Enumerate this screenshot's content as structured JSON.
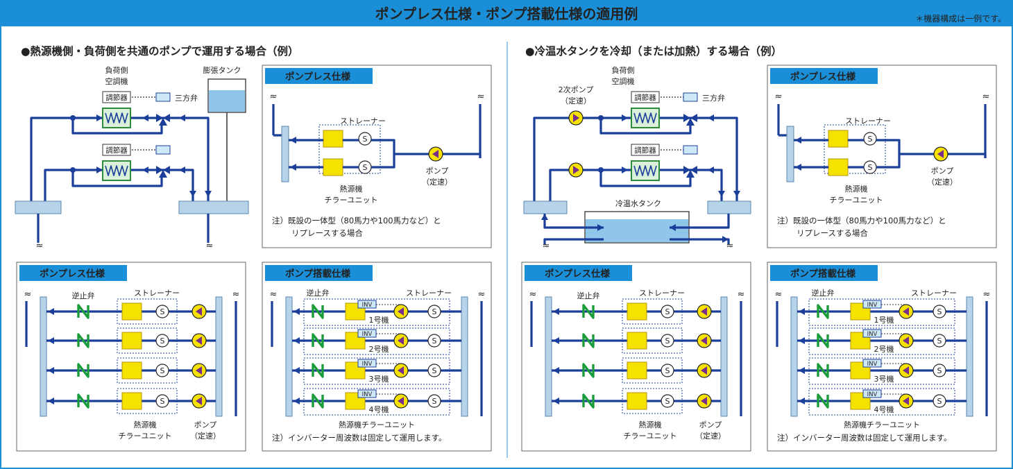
{
  "page": {
    "title": "ポンプレス仕様・ポンプ搭載仕様の適用例",
    "note": "＊機器構成は一例です。"
  },
  "sections": [
    {
      "heading": "●熱源機側・負荷側を共通のポンプで運用する場合（例）"
    },
    {
      "heading": "●冷温水タンクを冷却（または加熱）する場合（例）"
    }
  ],
  "labels": {
    "load_ahu": [
      "負荷側",
      "空調機"
    ],
    "controller": "調節器",
    "three_way_valve": "三方弁",
    "expansion_tank": "膨張タンク",
    "secondary_pump": [
      "2次ポンプ",
      "（定速）"
    ],
    "storage_tank": "冷温水タンク",
    "strainer": "ストレーナー",
    "check_valve": "逆止弁",
    "pump": [
      "ポンプ",
      "（定速）"
    ],
    "chiller_unit": [
      "熱源機",
      "チラーユニット"
    ],
    "chiller_unit_one_line": "熱源機チラーユニット",
    "inv": "INV",
    "units": [
      "1号機",
      "2号機",
      "3号機",
      "4号機"
    ],
    "strainer_symbol": "S",
    "wave": "≈"
  },
  "panels": {
    "pumpless": "ポンプレス仕様",
    "pump_mounted": "ポンプ搭載仕様"
  },
  "notes": {
    "replace": [
      "注）既設の一体型（80馬力や100馬力など）と",
      "リプレースする場合"
    ],
    "inverter": "注）インバーター周波数は固定して運用します。"
  },
  "colors": {
    "header_bg": "#1a8fd8",
    "pipe": "#1a3e9a",
    "panel_tab": "#1a8fd8",
    "chiller_fill": "#f6e200",
    "coil_stroke": "#2e8b3a",
    "check_valve": "#1a9c3a",
    "pump_fill": "#f6e200",
    "pump_arrow": "#7a2d8a",
    "header_pipe": "#b6d3ea",
    "tank_water": "#8fc6ea"
  }
}
